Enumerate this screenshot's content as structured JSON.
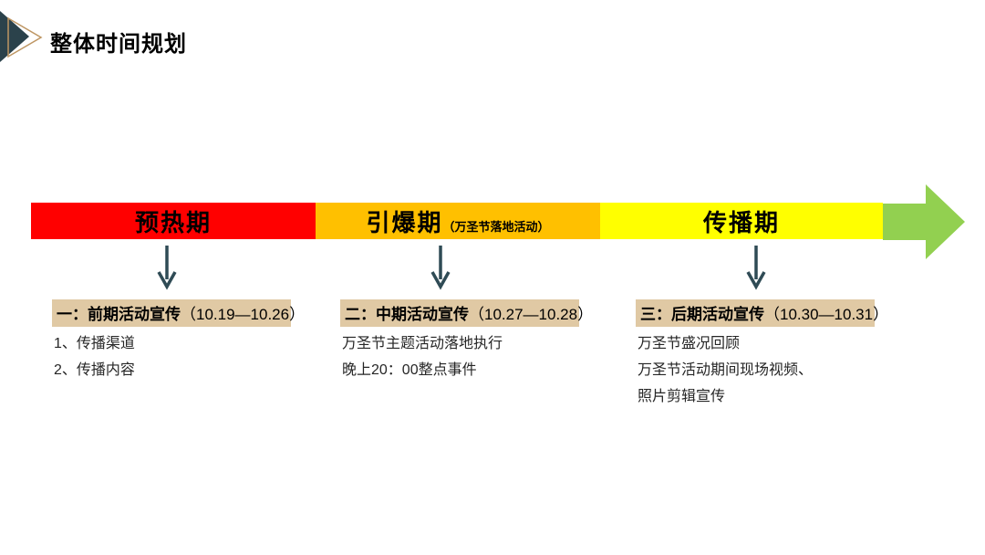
{
  "page_title": "整体时间规划",
  "timeline": {
    "phases": [
      {
        "label": "预热期",
        "sublabel": "",
        "color": "#FF0000"
      },
      {
        "label": "引爆期",
        "sublabel": "（万圣节落地活动）",
        "color": "#FFC000"
      },
      {
        "label": "传播期",
        "sublabel": "",
        "color": "#FFFF00"
      }
    ],
    "forward_arrow_color": "#92D050",
    "connector_arrow_color": "#2F4B55"
  },
  "phase_details": [
    {
      "heading": "一：前期活动宣传",
      "dates": "（10.19—10.26）",
      "items": [
        "1、传播渠道",
        "2、传播内容"
      ]
    },
    {
      "heading": "二：中期活动宣传",
      "dates": "（10.27—10.28）",
      "items": [
        "万圣节主题活动落地执行",
        "晚上20：00整点事件"
      ]
    },
    {
      "heading": "三：后期活动宣传",
      "dates": "（10.30—10.31）",
      "items": [
        "万圣节盛况回顾",
        "万圣节活动期间现场视频、",
        "照片剪辑宣传"
      ]
    }
  ],
  "colors": {
    "heading_highlight_tan": "#E0C9A4",
    "title_marker_dark": "#2B424B",
    "title_marker_gold": "#BE9663",
    "bar_text": "#000000",
    "body_text": "#262626"
  }
}
